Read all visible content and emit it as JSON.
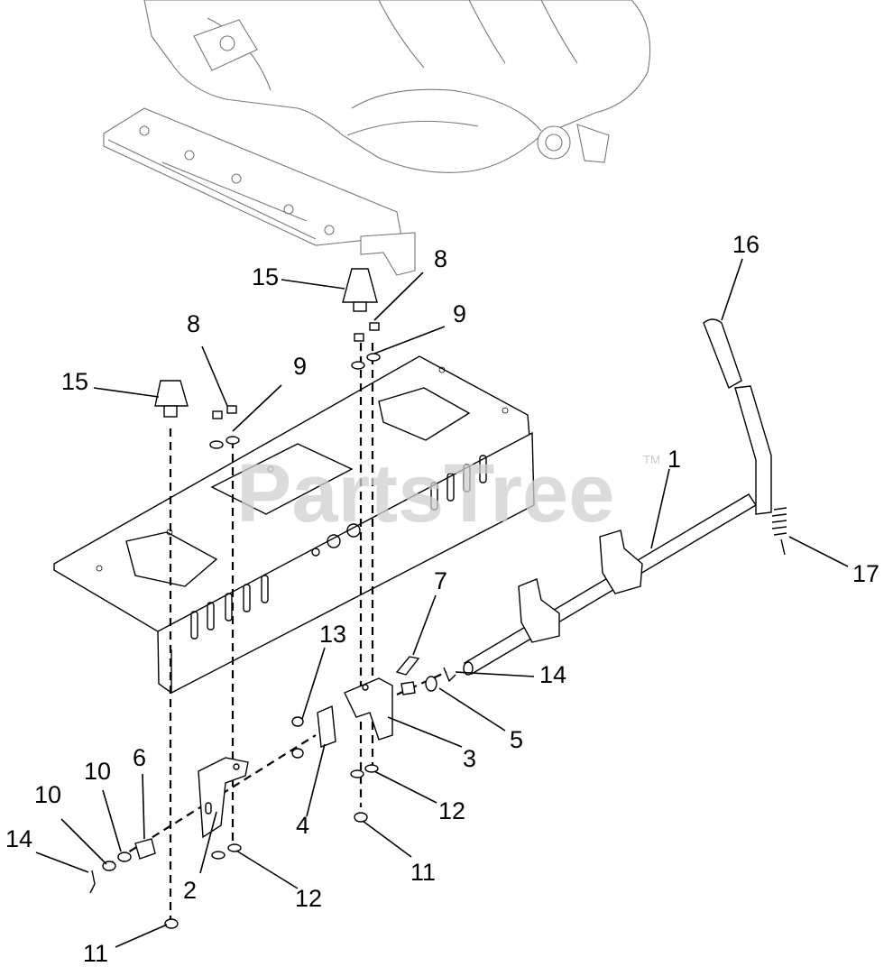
{
  "watermark": {
    "text": "PartsTree",
    "trademark": "TM"
  },
  "callouts": [
    {
      "id": "c1",
      "label": "1"
    },
    {
      "id": "c2",
      "label": "2"
    },
    {
      "id": "c3",
      "label": "3"
    },
    {
      "id": "c4",
      "label": "4"
    },
    {
      "id": "c5",
      "label": "5"
    },
    {
      "id": "c6",
      "label": "6"
    },
    {
      "id": "c7",
      "label": "7"
    },
    {
      "id": "c8a",
      "label": "8"
    },
    {
      "id": "c8b",
      "label": "8"
    },
    {
      "id": "c9a",
      "label": "9"
    },
    {
      "id": "c9b",
      "label": "9"
    },
    {
      "id": "c10a",
      "label": "10"
    },
    {
      "id": "c10b",
      "label": "10"
    },
    {
      "id": "c11a",
      "label": "11"
    },
    {
      "id": "c11b",
      "label": "11"
    },
    {
      "id": "c12a",
      "label": "12"
    },
    {
      "id": "c12b",
      "label": "12"
    },
    {
      "id": "c13",
      "label": "13"
    },
    {
      "id": "c14a",
      "label": "14"
    },
    {
      "id": "c14b",
      "label": "14"
    },
    {
      "id": "c15a",
      "label": "15"
    },
    {
      "id": "c15b",
      "label": "15"
    },
    {
      "id": "c16",
      "label": "16"
    },
    {
      "id": "c17",
      "label": "17"
    }
  ]
}
